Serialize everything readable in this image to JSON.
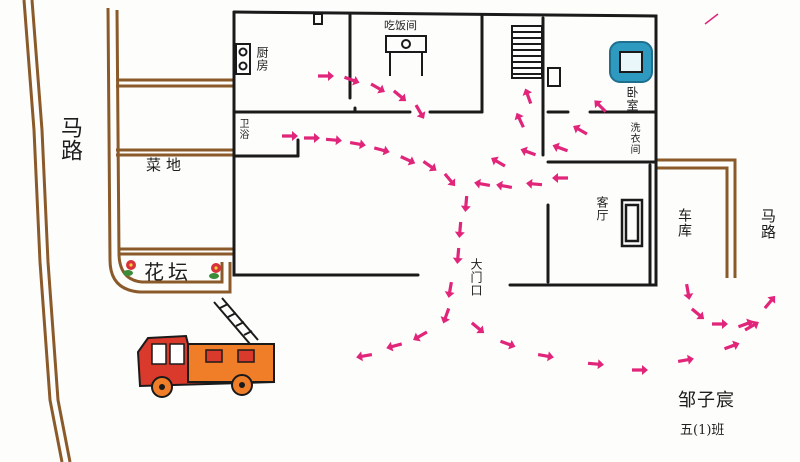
{
  "labels": {
    "road_left": "马路",
    "road_right": "马路",
    "vegetable_field": "菜地",
    "flower_bed": "花坛",
    "kitchen": "厨房",
    "dining_room": "吃饭间",
    "bedroom": "卧室",
    "laundry": "洗衣间",
    "bathroom": "卫浴",
    "living_room": "客厅",
    "garage": "车库",
    "main_door": "大门口",
    "author_name": "邹子宸",
    "author_class": "五(1)班"
  },
  "colors": {
    "road_brown": "#8b5a2b",
    "wall_black": "#1a1a1a",
    "arrow_magenta": "#e0257a",
    "bed_teal": "#2e9ac0",
    "truck_red": "#d93a2b",
    "truck_orange": "#f07d28",
    "flower_red": "#d8323c",
    "leaf_green": "#3a8b3a"
  },
  "icons": [
    "fire-truck-icon",
    "bed-icon",
    "flower-icon",
    "stove-icon",
    "dining-table-icon",
    "stairs-icon",
    "sofa-icon",
    "arrow-icon"
  ]
}
